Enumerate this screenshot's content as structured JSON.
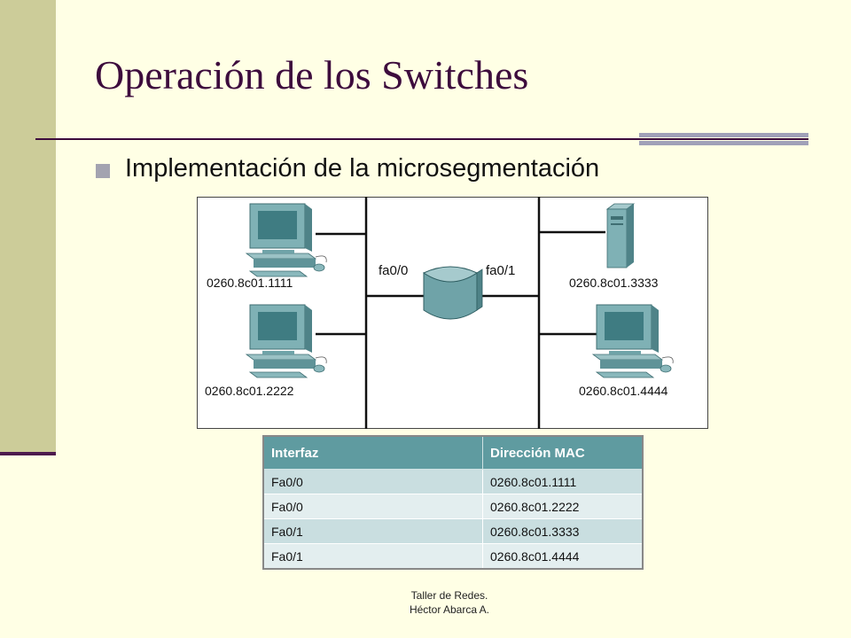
{
  "slide": {
    "title": "Operación de los Switches",
    "bullet": "Implementación de la microsegmentación",
    "footer_line1": "Taller de Redes.",
    "footer_line2": "Héctor Abarca A."
  },
  "diagram": {
    "port_left": "fa0/0",
    "port_right": "fa0/1",
    "hosts": {
      "top_left": "0260.8c01.1111",
      "bottom_left": "0260.8c01.2222",
      "top_right": "0260.8c01.3333",
      "bottom_right": "0260.8c01.4444"
    }
  },
  "table": {
    "headers": [
      "Interfaz",
      "Dirección MAC"
    ],
    "rows": [
      [
        "Fa0/0",
        "0260.8c01.1111"
      ],
      [
        "Fa0/0",
        "0260.8c01.2222"
      ],
      [
        "Fa0/1",
        "0260.8c01.3333"
      ],
      [
        "Fa0/1",
        "0260.8c01.4444"
      ]
    ]
  },
  "colors": {
    "background": "#FFFFE5",
    "sidebar": "#CCCC99",
    "title": "#3D0C3D",
    "table_header": "#5F9BA0",
    "device": "#6FA3A8"
  }
}
